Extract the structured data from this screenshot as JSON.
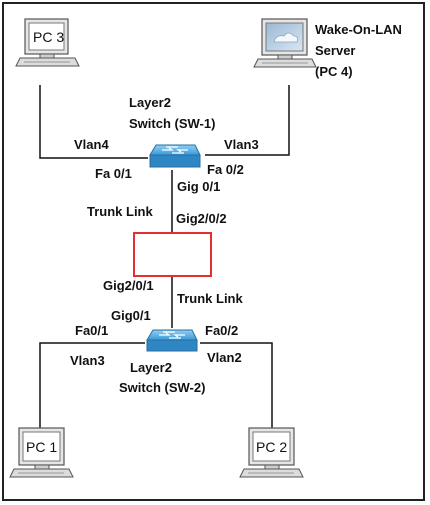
{
  "devices": {
    "pc3": "PC 3",
    "pc4": [
      "Wake-On-LAN",
      "Server",
      "(PC 4)"
    ],
    "sw1": [
      "Layer2",
      "Switch (SW-1)"
    ],
    "sw2": [
      "Layer2",
      "Switch (SW-2)"
    ],
    "pc1": "PC 1",
    "pc2": "PC 2"
  },
  "links": {
    "sw1_pc3_vlan": "Vlan4",
    "sw1_pc4_vlan": "Vlan3",
    "sw1_port_left": "Fa 0/1",
    "sw1_port_right": "Fa 0/2",
    "sw1_uplink": "Gig 0/1",
    "trunk_top_label": "Trunk Link",
    "router_port_top": "Gig2/0/2",
    "router_port_bottom": "Gig2/0/1",
    "trunk_bottom_label": "Trunk Link",
    "sw2_uplink": "Gig0/1",
    "sw2_port_left": "Fa0/1",
    "sw2_port_right": "Fa0/2",
    "sw2_pc1_vlan": "Vlan3",
    "sw2_pc2_vlan": "Vlan2"
  },
  "colors": {
    "missing_device_border": "#e03030",
    "switch_body": "#3a9ad9"
  }
}
